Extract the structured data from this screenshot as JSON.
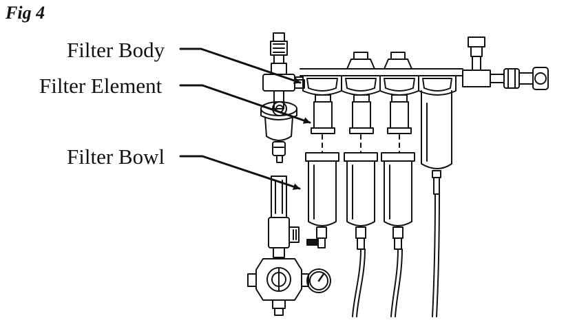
{
  "figure": {
    "title": "Fig 4"
  },
  "labels": {
    "filter_body": "Filter Body",
    "filter_element": "Filter Element",
    "filter_bowl": "Filter Bowl"
  }
}
